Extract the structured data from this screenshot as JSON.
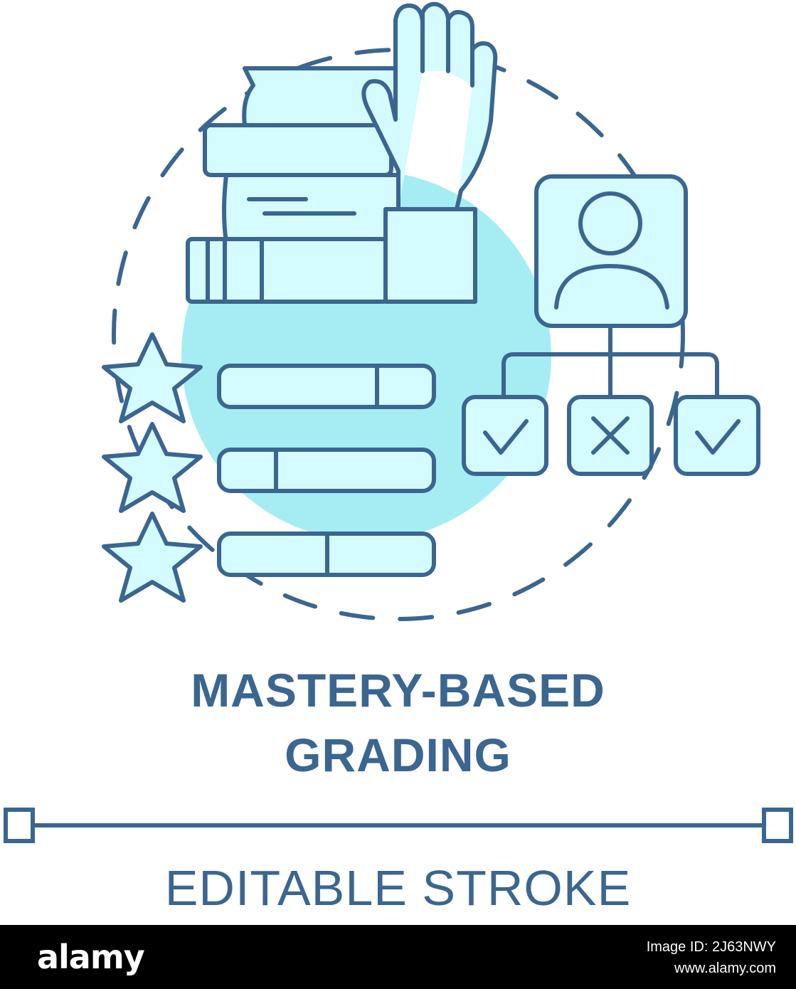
{
  "title": {
    "line1": "MASTERY-BASED",
    "line2": "GRADING"
  },
  "editable": {
    "label": "EDITABLE STROKE"
  },
  "footer": {
    "brand": "alamy",
    "image_id": "Image ID: 2J63NWY",
    "url": "www.alamy.com"
  },
  "icons": [
    "stacked-books-icon",
    "raised-hand-icon",
    "user-profile-icon",
    "star-icon",
    "progress-bar-icon",
    "check-box-icon",
    "cross-box-icon"
  ],
  "colors": {
    "stroke": "#3a6690",
    "fill_light": "#d4fbfd",
    "fill_circle": "#a6edf3",
    "text": "#3a6690",
    "footer_bg": "#000000"
  }
}
